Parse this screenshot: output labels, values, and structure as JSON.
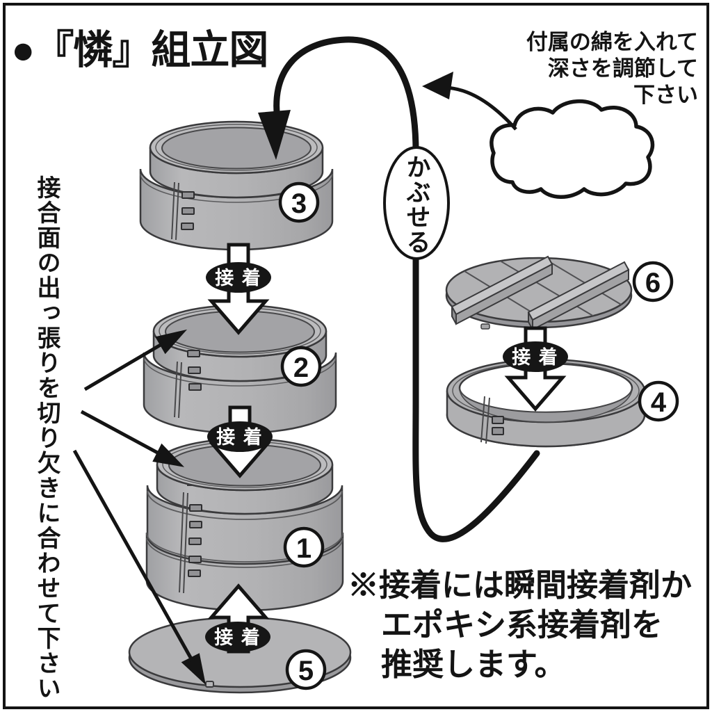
{
  "title": "●『憐』組立図",
  "labels": {
    "cover": "かぶせる",
    "glue": "接 着"
  },
  "notes": {
    "cotton_line1": "付属の綿を入れて",
    "cotton_line2": "深さを調節して",
    "cotton_line3": "下さい",
    "joint": "接合面の出っ張りを切り欠きに合わせて下さい",
    "glue_line1": "※接着には瞬間接着剤か",
    "glue_line2": "エポキシ系接着剤を",
    "glue_line3": "推奨します。"
  },
  "parts": {
    "p1": "1",
    "p2": "2",
    "p3": "3",
    "p4": "4",
    "p5": "5",
    "p6": "6"
  },
  "colors": {
    "ink": "#141414",
    "part_fill": "#b0b0b3",
    "part_top": "#bcbcbe",
    "part_shadow": "#98989b",
    "glue_badge_bg": "#161616"
  }
}
